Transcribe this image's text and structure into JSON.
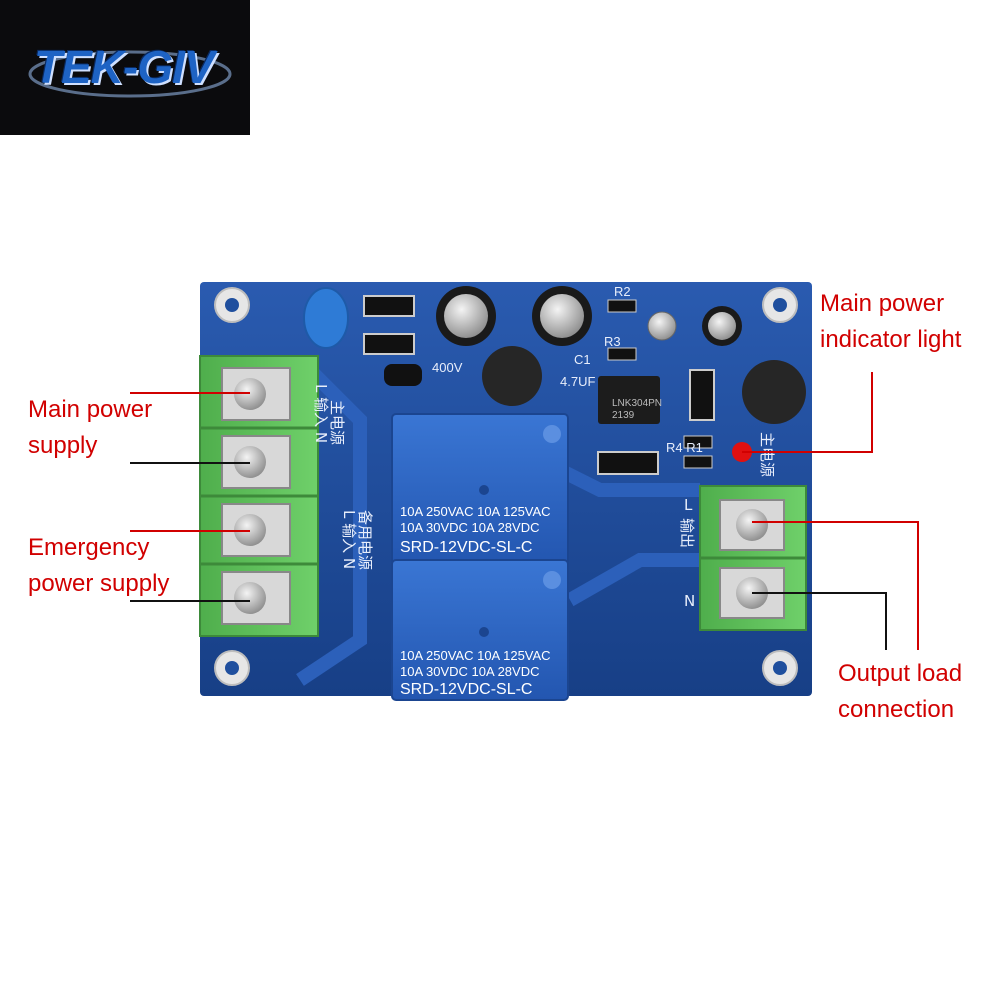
{
  "logo": {
    "text": "TEK-GIV"
  },
  "labels": {
    "main_power_supply": [
      "Main power",
      "supply"
    ],
    "emergency_power_supply": [
      "Emergency",
      "power supply"
    ],
    "main_power_indicator": [
      "Main power",
      "indicator light"
    ],
    "output_load": [
      "Output load",
      "connection"
    ]
  },
  "relays": [
    {
      "line1": "10A 250VAC  10A 125VAC",
      "line2": "10A  30VDC  10A  28VDC",
      "model": "SRD-12VDC-SL-C"
    },
    {
      "line1": "10A 250VAC  10A 125VAC",
      "line2": "10A  30VDC  10A  28VDC",
      "model": "SRD-12VDC-SL-C"
    }
  ],
  "silkscreen": {
    "main_input": "主电源",
    "main_input_2": "L 输入 N",
    "backup_input": "备用电源",
    "backup_input_2": "L 输入 N",
    "output_cn": "输出",
    "output_L": "L",
    "output_N": "N",
    "r2": "R2",
    "r3": "R3",
    "c1": "C1",
    "r4r1": "R4 R1",
    "cap_value": "4.7UF",
    "cap_voltage": "400V",
    "indicator_cn": "主电源",
    "ic_text": "LNK304PN",
    "ic_code": "2139"
  },
  "colors": {
    "board": "#1f4f9e",
    "terminal": "#5cbf5a",
    "relay": "#2a63c0",
    "annotation": "#d10000"
  }
}
